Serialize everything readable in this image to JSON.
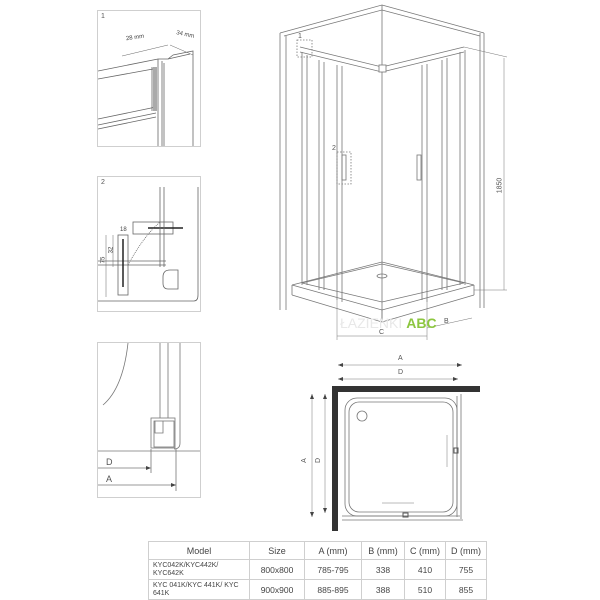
{
  "detail_panels": [
    {
      "label": "1",
      "dims": [
        "28 mm",
        "34 mm"
      ]
    },
    {
      "label": "2",
      "dims": [
        "18",
        "32",
        "75"
      ]
    },
    {
      "label": "",
      "dims": [
        "D",
        "A"
      ]
    }
  ],
  "perspective_view": {
    "callouts": [
      "1",
      "2"
    ],
    "height_dim": "1850",
    "width_dims": [
      "C",
      "B"
    ]
  },
  "plan_view": {
    "dims": [
      "A",
      "D",
      "A",
      "D"
    ]
  },
  "watermark": {
    "prefix": "ŁAZIENKI",
    "brand": "ABC"
  },
  "colors": {
    "line": "#555555",
    "wall": "#333333",
    "brand": "#8cc63f",
    "border": "#cfcfcf"
  },
  "spec_table": {
    "headers": [
      "Model",
      "Size",
      "A (mm)",
      "B (mm)",
      "C (mm)",
      "D (mm)"
    ],
    "rows": [
      {
        "model": "KYC042K/KYC442K/ KYC642K",
        "size": "800x800",
        "a": "785-795",
        "b": "338",
        "c": "410",
        "d": "755"
      },
      {
        "model": "KYC 041K/KYC 441K/ KYC 641K",
        "size": "900x900",
        "a": "885-895",
        "b": "388",
        "c": "510",
        "d": "855"
      }
    ]
  }
}
